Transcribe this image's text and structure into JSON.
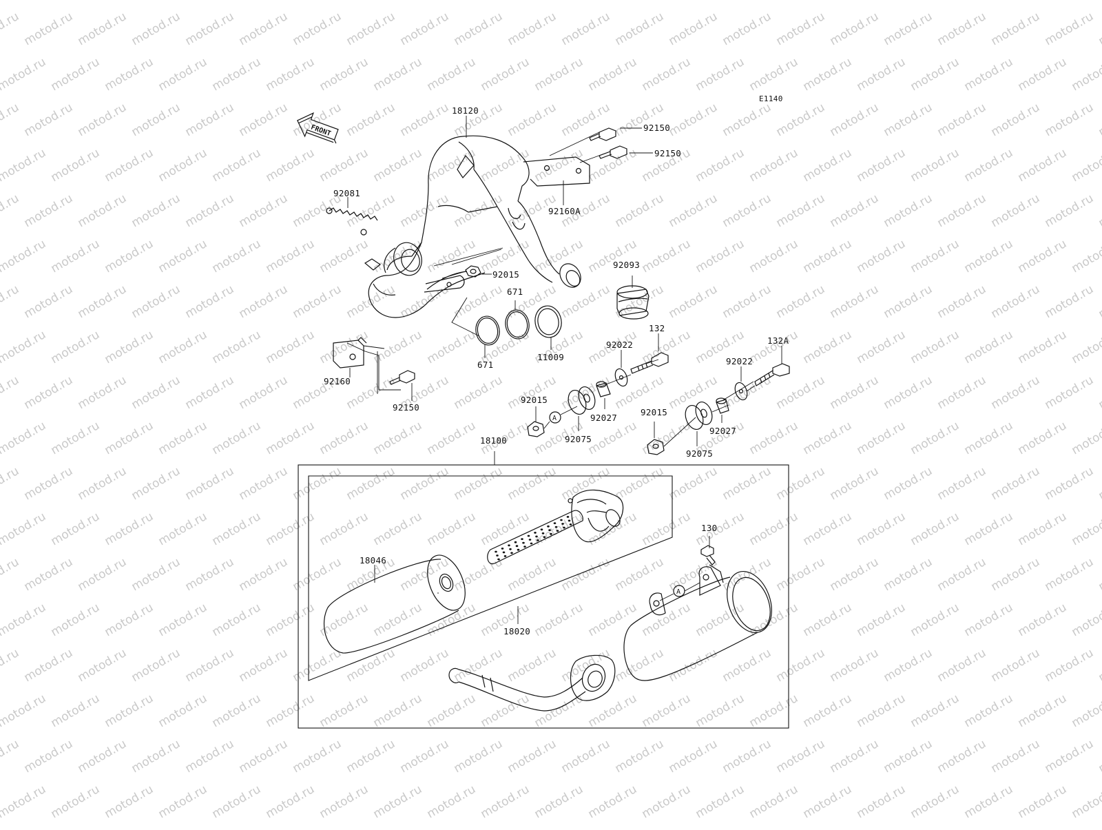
{
  "diagram": {
    "code": "E1140",
    "front_label": "FRONT",
    "ref_marker": "A",
    "watermark": "motod.ru",
    "labels": {
      "p18120": "18120",
      "p92150a": "92150",
      "p92150b": "92150",
      "p92150c": "92150",
      "p92160A": "92160A",
      "p92081": "92081",
      "p92015a": "92015",
      "p92015b": "92015",
      "p92015c": "92015",
      "p671a": "671",
      "p671b": "671",
      "p11009": "11009",
      "p92093": "92093",
      "p132": "132",
      "p132A": "132A",
      "p92022a": "92022",
      "p92022b": "92022",
      "p92027a": "92027",
      "p92027b": "92027",
      "p92075a": "92075",
      "p92075b": "92075",
      "p92160": "92160",
      "p18100": "18100",
      "p18046": "18046",
      "p18020": "18020",
      "p130": "130"
    }
  }
}
